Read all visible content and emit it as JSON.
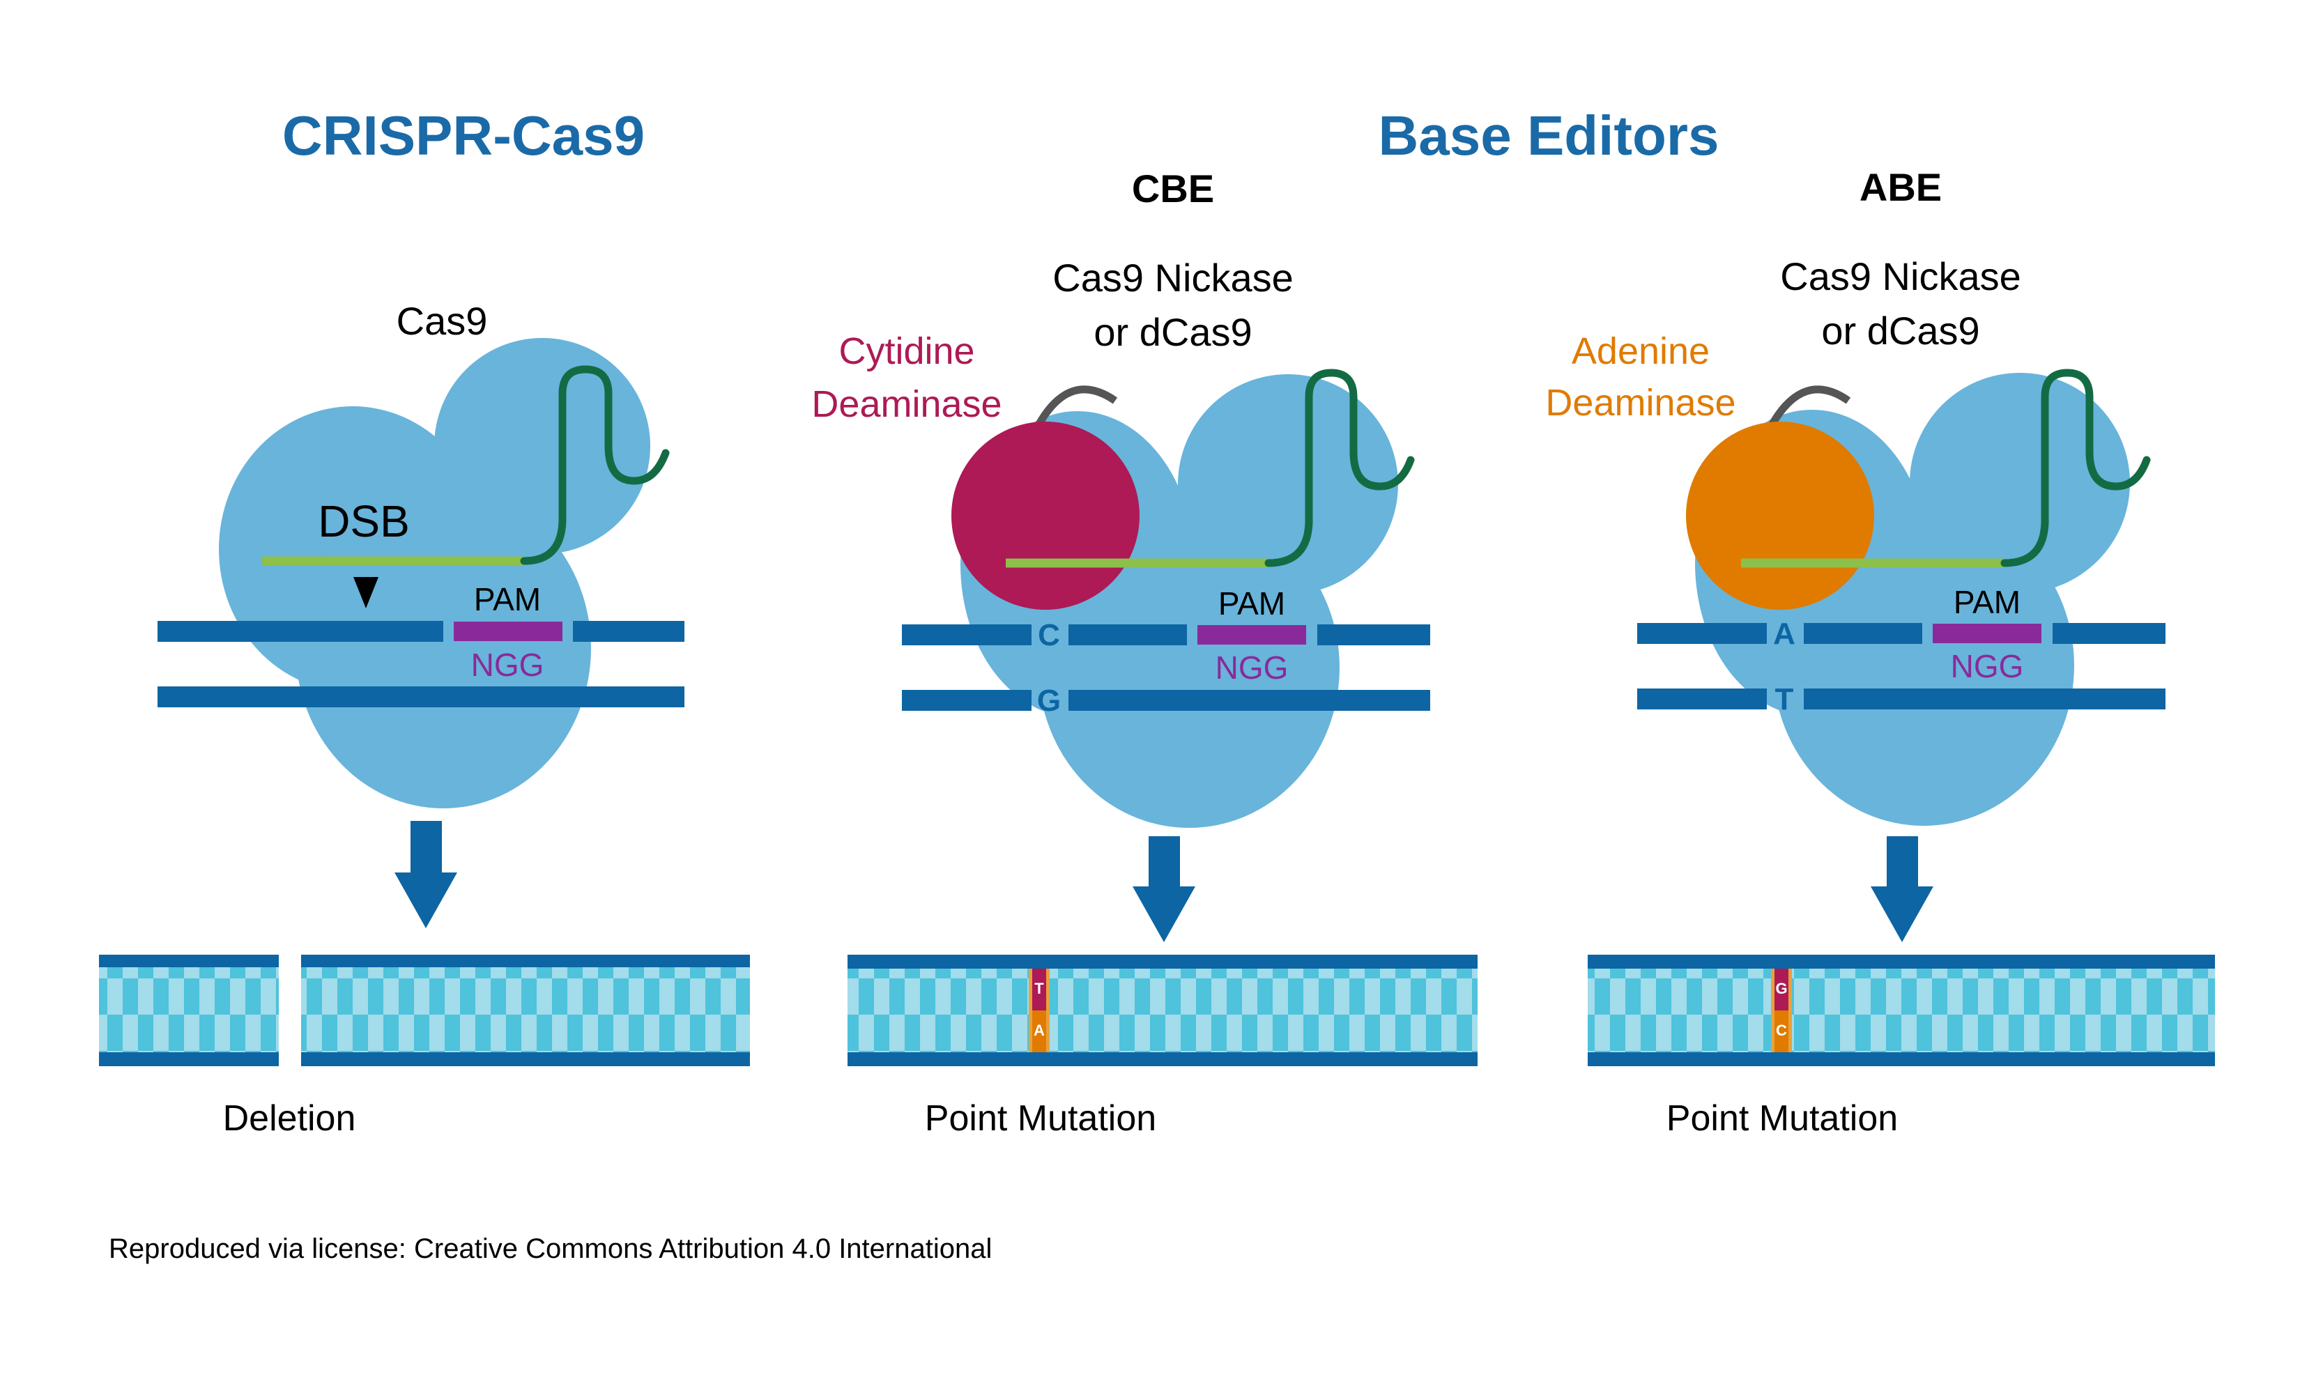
{
  "titles": {
    "crispr": "CRISPR-Cas9",
    "base_editors": "Base Editors",
    "cbe": "CBE",
    "abe": "ABE"
  },
  "crispr_panel": {
    "protein_label": "Cas9",
    "dsb_label": "DSB",
    "pam_label": "PAM",
    "pam_seq": "NGG",
    "outcome": "Deletion"
  },
  "cbe_panel": {
    "protein_label_line1": "Cas9 Nickase",
    "protein_label_line2": "or dCas9",
    "enzyme_line1": "Cytidine",
    "enzyme_line2": "Deaminase",
    "pam_label": "PAM",
    "pam_seq": "NGG",
    "target_top": "C",
    "target_bottom": "G",
    "edit_top": "T",
    "edit_bottom": "A",
    "outcome": "Point Mutation"
  },
  "abe_panel": {
    "protein_label_line1": "Cas9 Nickase",
    "protein_label_line2": "or dCas9",
    "enzyme_line1": "Adenine",
    "enzyme_line2": "Deaminase",
    "pam_label": "PAM",
    "pam_seq": "NGG",
    "target_top": "A",
    "target_bottom": "T",
    "edit_top": "G",
    "edit_bottom": "C",
    "outcome": "Point Mutation"
  },
  "footer": {
    "license": "Reproduced via license:  Creative Commons Attribution 4.0 International"
  },
  "colors": {
    "title_blue": "#1a6aa8",
    "cas_blue": "#68b4db",
    "dna_blue": "#0d65a3",
    "guide_green": "#8dc04a",
    "guide_dark": "#136b43",
    "pam_purple": "#8a2a9a",
    "cytidine": "#ad1a55",
    "adenine": "#e07b00",
    "ladder_light": "#a3dcea",
    "ladder_mid": "#4fc2dc"
  }
}
